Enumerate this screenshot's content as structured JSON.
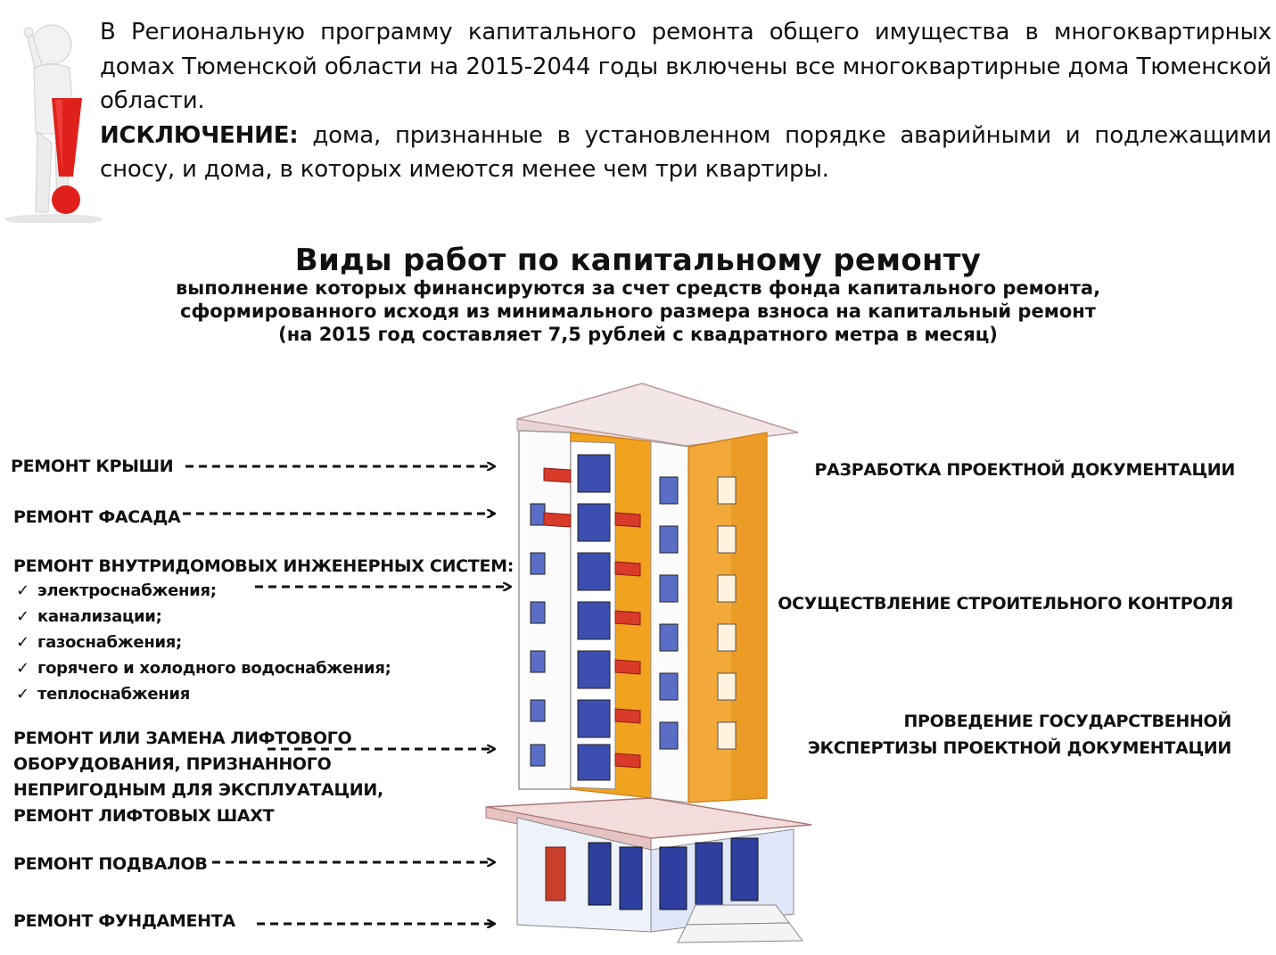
{
  "intro": {
    "paragraph1": "В Региональную программу капитального ремонта общего имущества в многоквартирных домах Тюменской области на 2015-2044 годы включены все многоквартирные дома Тюменской области.",
    "exception_label": "ИСКЛЮЧЕНИЕ:",
    "exception_text": " дома, признанные в установленном порядке аварийными и подлежащими сносу, и дома, в которых имеются менее чем три квартиры."
  },
  "heading": {
    "title": "Виды работ по капитальному ремонту",
    "sub_line1": "выполнение которых финансируются за счет средств фонда капитального ремонта,",
    "sub_line2": "сформированного исходя из минимального размера взноса на капитальный ремонт",
    "sub_line3": "(на 2015 год составляет 7,5 рублей с квадратного метра в месяц)"
  },
  "left_items": {
    "roof": "РЕМОНТ КРЫШИ",
    "facade": "РЕМОНТ ФАСАДА",
    "systems": "РЕМОНТ ВНУТРИДОМОВЫХ ИНЖЕНЕРНЫХ СИСТЕМ:",
    "systems_list": [
      "электроснабжения;",
      "канализации;",
      "газоснабжения;",
      "горячего и холодного водоснабжения;",
      "теплоснабжения"
    ],
    "lift_lines": [
      "РЕМОНТ ИЛИ ЗАМЕНА ЛИФТОВОГО",
      "ОБОРУДОВАНИЯ, ПРИЗНАННОГО",
      "НЕПРИГОДНЫМ ДЛЯ ЭКСПЛУАТАЦИИ,",
      "РЕМОНТ ЛИФТОВЫХ ШАХТ"
    ],
    "basement": "РЕМОНТ ПОДВАЛОВ",
    "foundation": "РЕМОНТ ФУНДАМЕНТА"
  },
  "right_items": {
    "design_docs": "РАЗРАБОТКА ПРОЕКТНОЙ ДОКУМЕНТАЦИИ",
    "construction_control": "ОСУЩЕСТВЛЕНИЕ СТРОИТЕЛЬНОГО КОНТРОЛЯ",
    "expertise_line1": "ПРОВЕДЕНИЕ ГОСУДАРСТВЕННОЙ",
    "expertise_line2": "ЭКСПЕРТИЗЫ ПРОЕКТНОЙ ДОКУМЕНТАЦИИ"
  },
  "icons": {
    "figure": "person-with-exclamation-icon",
    "check": "checkmark-icon",
    "building": "apartment-building-illustration"
  },
  "colors": {
    "exclamation_red": "#e0201a",
    "facade_orange": "#f1a21f",
    "balcony_red": "#d93a2a",
    "window_blue": "#3c4fb0"
  }
}
